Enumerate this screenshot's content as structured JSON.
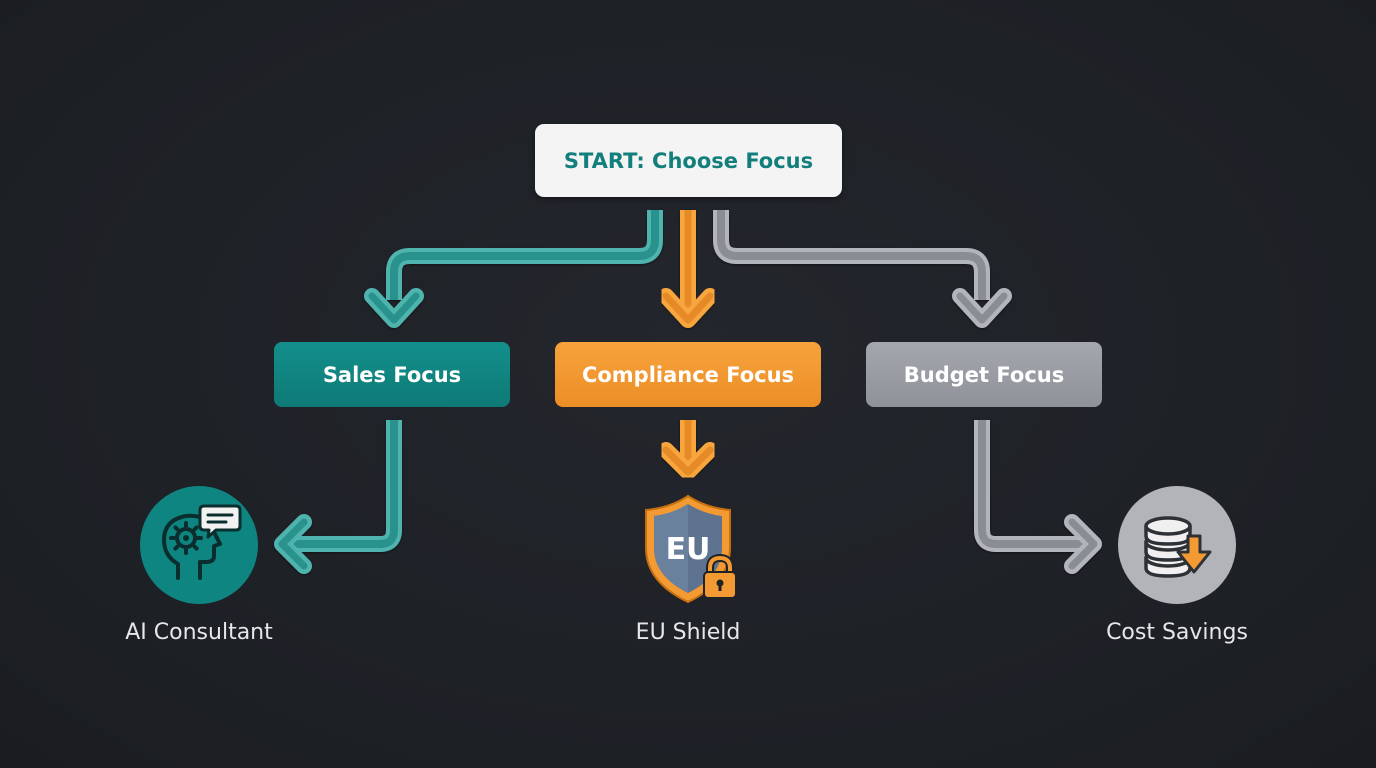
{
  "diagram": {
    "start": {
      "label": "START: Choose Focus"
    },
    "branches": [
      {
        "label": "Sales Focus",
        "color": "#138f8b"
      },
      {
        "label": "Compliance Focus",
        "color": "#f39a33"
      },
      {
        "label": "Budget Focus",
        "color": "#9a9da4"
      }
    ],
    "outcomes": [
      {
        "label": "AI Consultant",
        "icon": "head-gear-chat-icon"
      },
      {
        "label": "EU Shield",
        "icon": "eu-shield-lock-icon",
        "badge": "EU"
      },
      {
        "label": "Cost Savings",
        "icon": "database-down-arrow-icon"
      }
    ]
  }
}
